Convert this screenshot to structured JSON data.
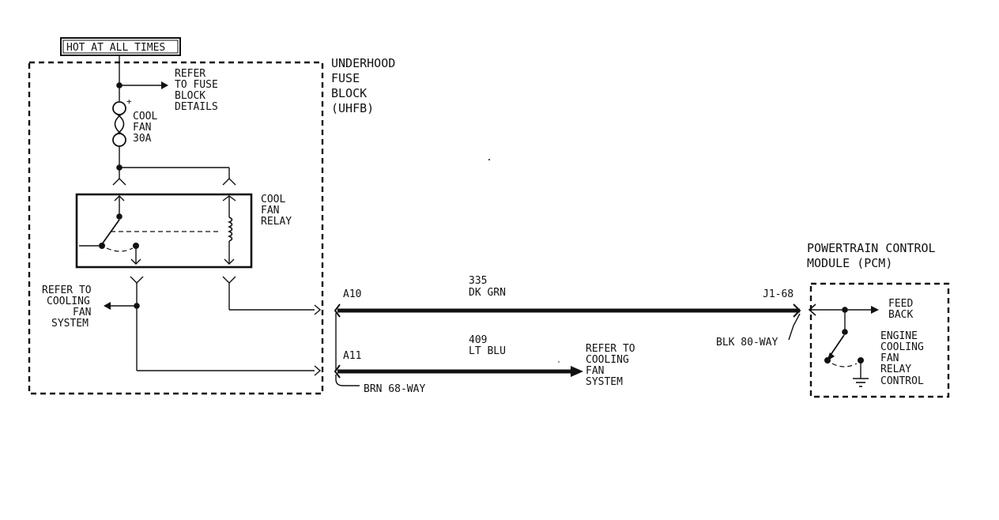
{
  "hot_label": "HOT AT ALL TIMES",
  "uhfb": [
    "UNDERHOOD",
    "FUSE",
    "BLOCK",
    "(UHFB)"
  ],
  "refer_fuse": [
    "REFER",
    "TO FUSE",
    "BLOCK",
    "DETAILS"
  ],
  "fuse": {
    "plus": "+",
    "lines": [
      "COOL",
      "FAN",
      "30A"
    ]
  },
  "relay": [
    "COOL",
    "FAN",
    "RELAY"
  ],
  "refer_cooling_left": [
    "REFER TO",
    "COOLING",
    "FAN",
    "SYSTEM"
  ],
  "circuit_a10": {
    "pin": "A10",
    "number": "335",
    "color": "DK GRN"
  },
  "circuit_a11": {
    "pin": "A11",
    "number": "409",
    "color": "LT BLU"
  },
  "refer_cooling_mid": [
    "REFER TO",
    "COOLING",
    "FAN",
    "SYSTEM"
  ],
  "connector_brn": "BRN 68-WAY",
  "connector_blk": "BLK 80-WAY",
  "pcm_pin": "J1-68",
  "pcm_title": [
    "POWERTRAIN CONTROL",
    "MODULE (PCM)"
  ],
  "pcm_feedback": [
    "FEED",
    "BACK"
  ],
  "pcm_control": [
    "ENGINE",
    "COOLING",
    "FAN",
    "RELAY",
    "CONTROL"
  ],
  "colors": {
    "ink": "#111111",
    "paper": "#ffffff"
  }
}
